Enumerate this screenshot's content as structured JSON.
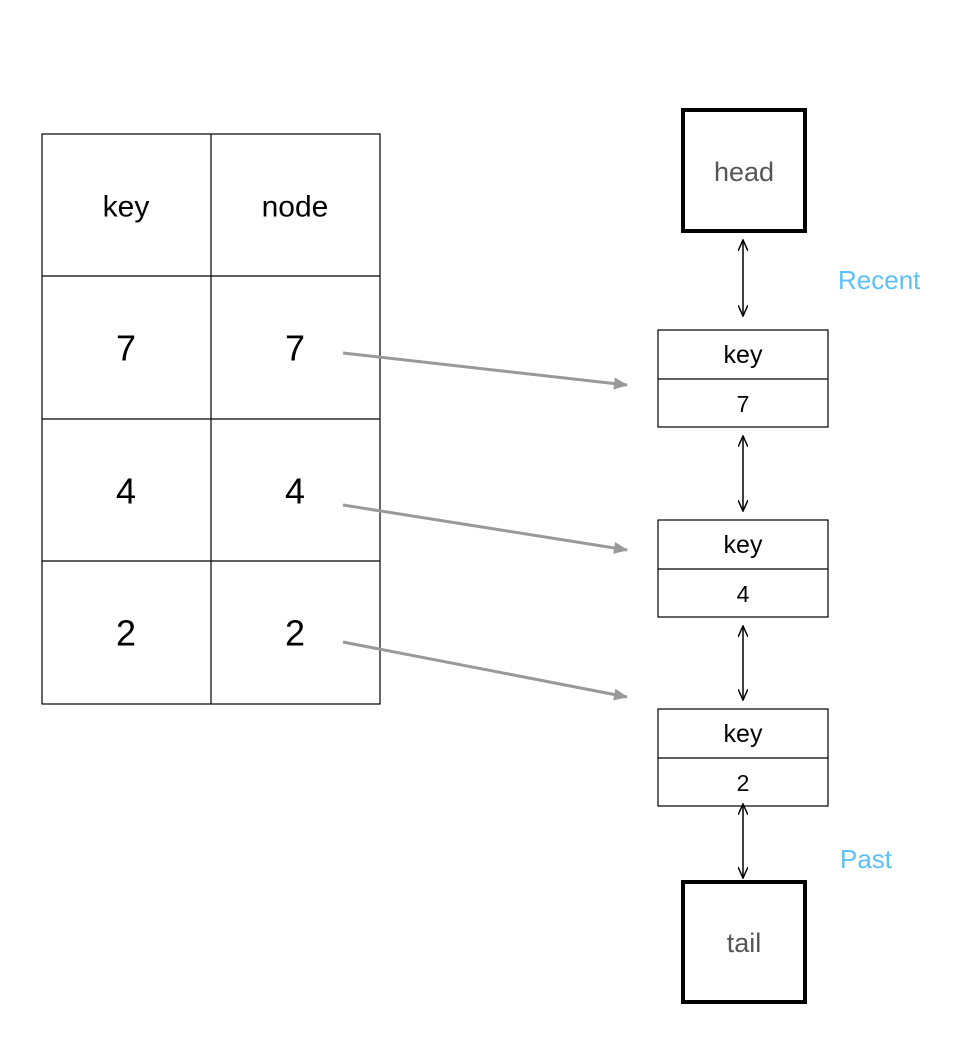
{
  "table": {
    "headers": [
      "key",
      "node"
    ],
    "rows": [
      {
        "key": "7",
        "node": "7"
      },
      {
        "key": "4",
        "node": "4"
      },
      {
        "key": "2",
        "node": "2"
      }
    ]
  },
  "list": {
    "head_label": "head",
    "tail_label": "tail",
    "node_field_label": "key",
    "nodes": [
      "7",
      "4",
      "2"
    ]
  },
  "annotations": {
    "recent": "Recent",
    "past": "Past"
  },
  "colors": {
    "border": "#000000",
    "text": "#000000",
    "sentinel_text": "#555555",
    "arrow_gray": "#999999",
    "annotation": "#5bc0f8"
  }
}
